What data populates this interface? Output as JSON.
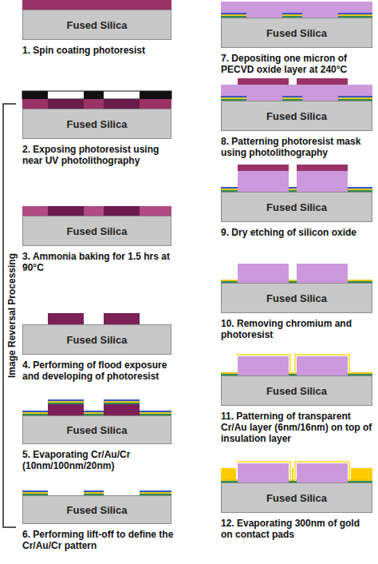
{
  "diagram": {
    "nodes": [
      {
        "text": [
          "Fused Silica"
        ]
      },
      {
        "text": [
          "Fused Silica"
        ]
      },
      {
        "text": [
          "Fused Silica"
        ]
      },
      {
        "text": [
          "Fused Silica"
        ]
      },
      {
        "text": [
          "Fused Silica"
        ]
      },
      {
        "text": [
          "Fused Silica"
        ]
      },
      {
        "text": [
          "Fused Silica"
        ]
      },
      {
        "text": [
          "Fused Silica"
        ]
      },
      {
        "text": [
          "Fused Silica"
        ]
      },
      {
        "text": [
          "Fused Silica"
        ]
      },
      {
        "text": [
          "Fused Silica"
        ]
      },
      {
        "text": [
          "Fused Silica"
        ]
      }
    ],
    "labels": [
      "1. Spin coating photoresist",
      "2. Exposing photoresist using near UV photolithography",
      "3. Ammonia baking for 1.5 hrs at 90°C",
      "4. Performing of flood exposure and developing of photoresist",
      "5. Evaporating Cr/Au/Cr (10nm/100nm/20nm)",
      "6. Performing lift-off to define the Cr/Au/Cr pattern",
      "7. Depositing one micron of PECVD oxide layer at 240°C",
      "8. Patterning photoresist mask using photolithography",
      "9. Dry etching of silicon oxide",
      "10. Removing chromium and photoresist",
      "11. Patterning of transparent Cr/Au layer (6nm/16nm) on top of insulation layer",
      "12. Evaporating 300nm of gold on contact pads",
      "Image Reversal Processing"
    ]
  }
}
